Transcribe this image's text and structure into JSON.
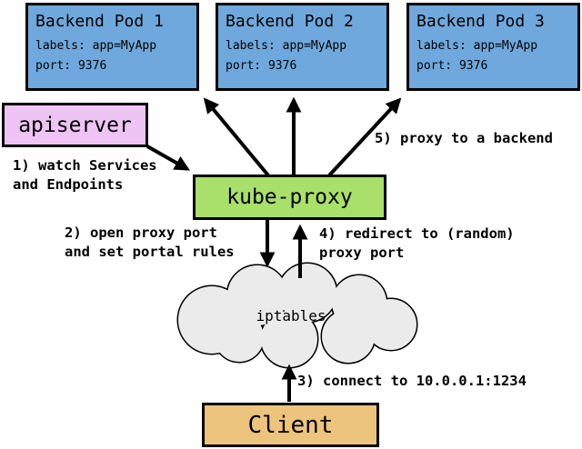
{
  "diagram": {
    "subject": "kubernetes-kube-proxy-userspace-overview"
  },
  "colors": {
    "pod_fill": "#6fa8dc",
    "apiserver_fill": "#eec4f4",
    "kube_proxy_fill": "#a8e06a",
    "client_fill": "#ecc47e",
    "cloud_fill": "#ebebeb",
    "outline": "#000000",
    "background": "#ffffff"
  },
  "pods": [
    {
      "title": "Backend Pod 1",
      "labels": "labels: app=MyApp",
      "port": "port: 9376"
    },
    {
      "title": "Backend Pod 2",
      "labels": "labels: app=MyApp",
      "port": "port: 9376"
    },
    {
      "title": "Backend Pod 3",
      "labels": "labels: app=MyApp",
      "port": "port: 9376"
    }
  ],
  "nodes": {
    "apiserver": "apiserver",
    "kube_proxy": "kube-proxy",
    "iptables": "iptables",
    "client": "Client"
  },
  "annotations": {
    "step1_line1": "1) watch Services",
    "step1_line2": "and Endpoints",
    "step2_line1": "2) open proxy port",
    "step2_line2": "and set portal rules",
    "step3": "3) connect to 10.0.0.1:1234",
    "step4_line1": "4) redirect to (random)",
    "step4_line2": "proxy port",
    "step5": "5) proxy to a backend"
  }
}
